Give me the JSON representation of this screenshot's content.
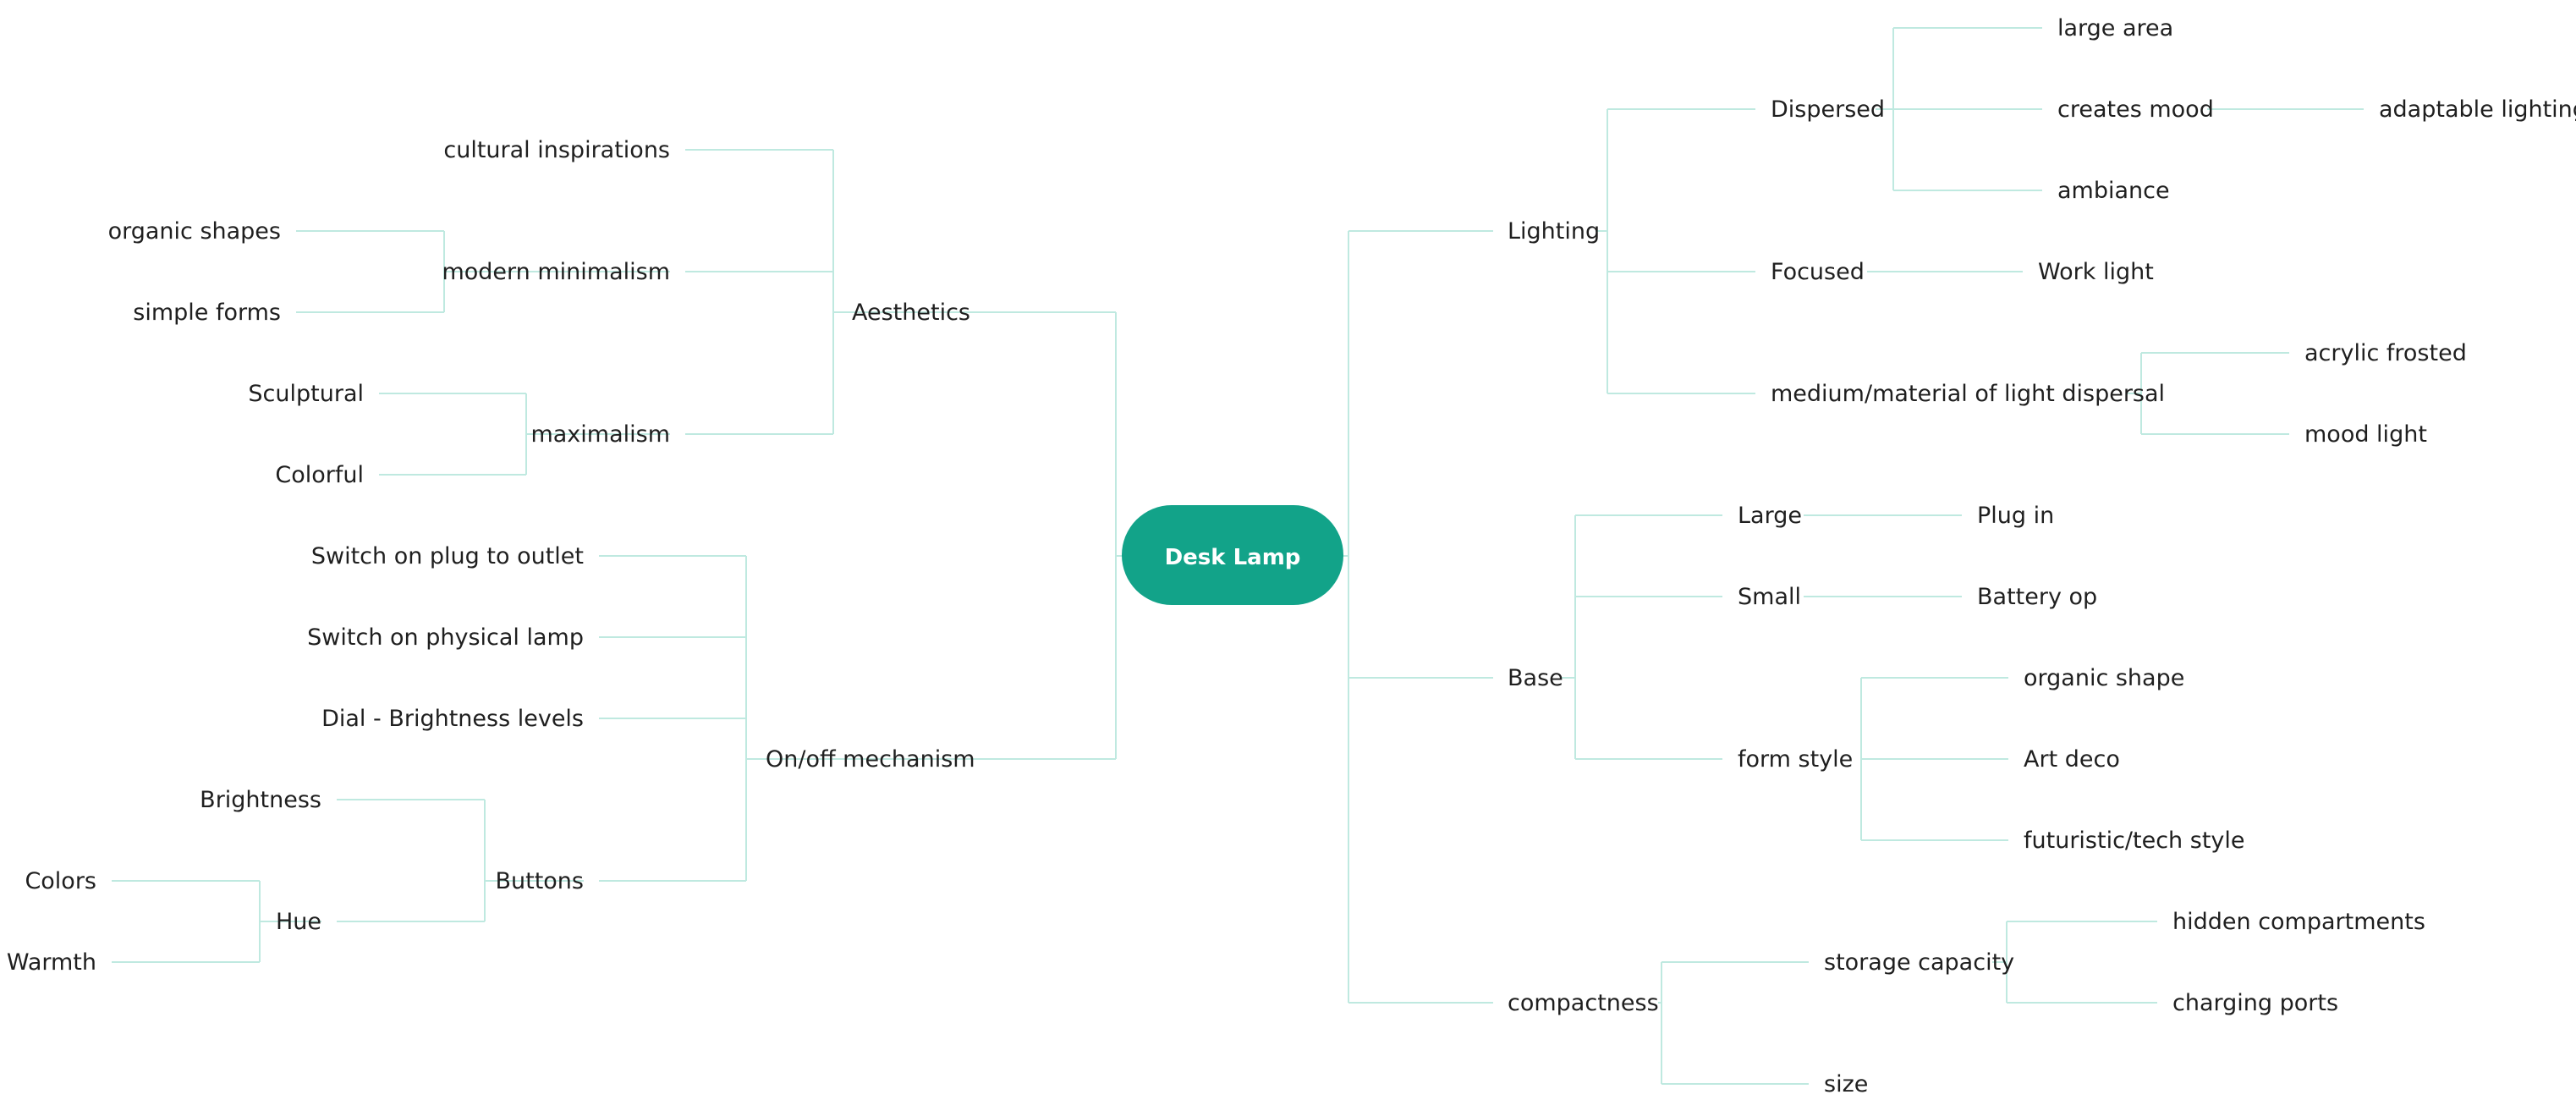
{
  "colors": {
    "root_fill": "#12a389",
    "root_text": "#ffffff",
    "connector": "#bfe9e0",
    "label": "#1f1f1f",
    "background": "#ffffff"
  },
  "mindmap": {
    "root": "Desk Lamp",
    "nodes": {
      "aesthetics": "Aesthetics",
      "cultural_inspirations": "cultural inspirations",
      "modern_minimalism": "modern minimalism",
      "organic_shapes": "organic shapes",
      "simple_forms": "simple forms",
      "maximalism": "maximalism",
      "sculptural": "Sculptural",
      "colorful": "Colorful",
      "onoff": "On/off mechanism",
      "switch_plug": "Switch on plug to outlet",
      "switch_lamp": "Switch on physical lamp",
      "dial": "Dial - Brightness levels",
      "buttons": "Buttons",
      "brightness": "Brightness",
      "hue": "Hue",
      "colors": "Colors",
      "warmth": "Warmth",
      "lighting": "Lighting",
      "dispersed": "Dispersed",
      "large_area": "large area",
      "creates_mood": "creates mood",
      "adaptable_lighting": "adaptable lighting",
      "ambiance": "ambiance",
      "focused": "Focused",
      "work_light": "Work light",
      "medium_material": "medium/material of light dispersal",
      "acrylic_frosted": "acrylic frosted",
      "mood_light": "mood light",
      "base": "Base",
      "large": "Large",
      "plug_in": "Plug in",
      "small": "Small",
      "battery_op": "Battery op",
      "form_style": "form style",
      "organic_shape": "organic shape",
      "art_deco": "Art deco",
      "futuristic": "futuristic/tech style",
      "compactness": "compactness",
      "storage_capacity": "storage capacity",
      "hidden_compartments": "hidden compartments",
      "charging_ports": "charging ports",
      "size": "size"
    }
  }
}
